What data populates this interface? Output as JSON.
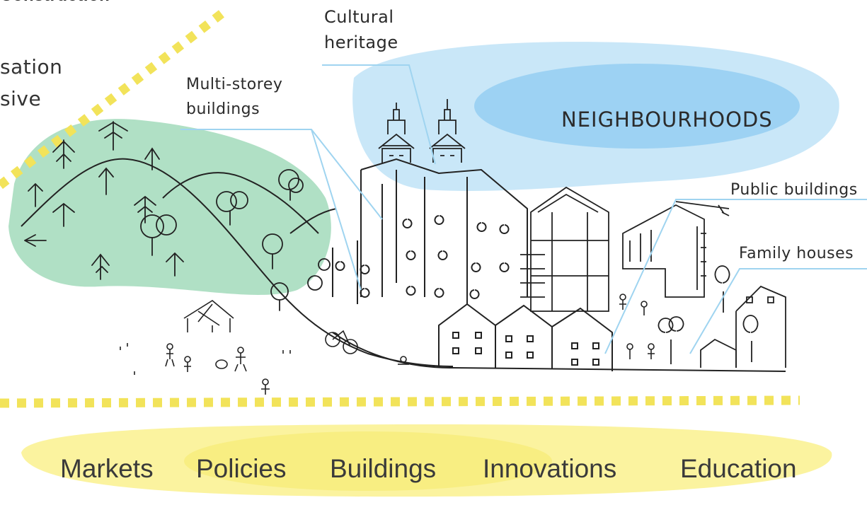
{
  "heading_fragment": "Construction",
  "left_fragments": [
    "sation",
    "sive"
  ],
  "labels": {
    "cultural_heritage": [
      "Cultural",
      "heritage"
    ],
    "multi_storey": [
      "Multi-storey",
      "buildings"
    ],
    "neighbourhoods": "NEIGHBOURHOODS",
    "public_buildings": "Public buildings",
    "family_houses": "Family houses"
  },
  "bottom_bar": [
    "Markets",
    "Policies",
    "Buildings",
    "Innovations",
    "Education"
  ],
  "colors": {
    "green_area": "#8fd3ad",
    "blue_area": "#bfe3f7",
    "blue_core": "#8ecbf2",
    "yellow_dots": "#f2e35a",
    "yellow_bar": "#fbf29a",
    "leader_line": "#9fd4f0",
    "ink": "#222222"
  }
}
